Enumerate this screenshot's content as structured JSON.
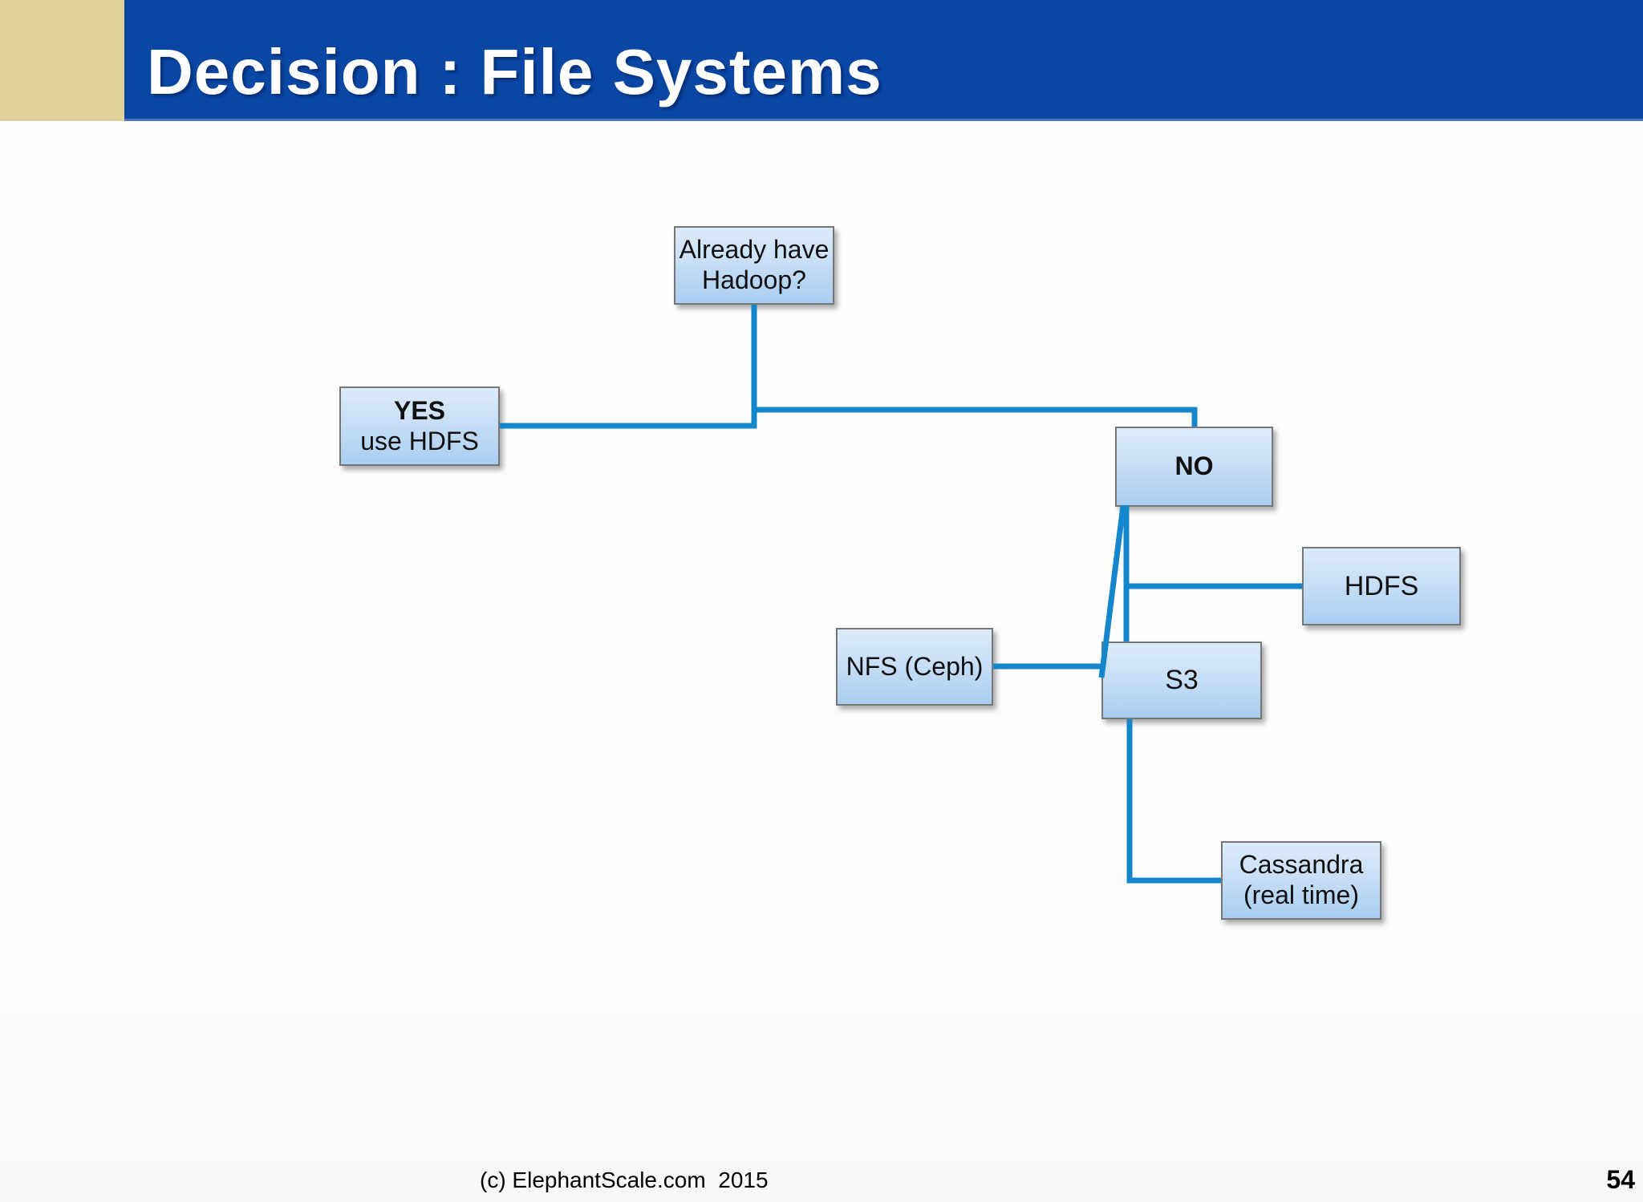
{
  "slide": {
    "title": "Decision : File Systems",
    "footer_copyright": "(c) ElephantScale.com  2015",
    "page_number": "54"
  },
  "colors": {
    "header-blue": "#0a47a4",
    "accent-tan": "#ded199",
    "connector-blue": "#1486cb",
    "box-border": "#767676",
    "box-top": "#dcebfa",
    "box-bottom": "#a8cdf0",
    "title-text": "#ffffff",
    "body-text": "#101010"
  },
  "diagram": {
    "type": "decision-flowchart",
    "nodes": [
      {
        "id": "already-have-hadoop",
        "line1": "Already have",
        "line2": "Hadoop?"
      },
      {
        "id": "yes-use-hdfs",
        "line1": "YES",
        "line2": "use HDFS"
      },
      {
        "id": "no",
        "line1": "NO"
      },
      {
        "id": "hdfs",
        "line1": "HDFS"
      },
      {
        "id": "nfs-ceph",
        "line1": "NFS (Ceph)"
      },
      {
        "id": "s3",
        "line1": "S3"
      },
      {
        "id": "cassandra",
        "line1": "Cassandra",
        "line2": "(real time)"
      }
    ],
    "edges": [
      {
        "from": "already-have-hadoop",
        "to": "yes-use-hdfs"
      },
      {
        "from": "already-have-hadoop",
        "to": "no"
      },
      {
        "from": "no",
        "to": "hdfs"
      },
      {
        "from": "no",
        "to": "s3"
      },
      {
        "from": "no",
        "to": "nfs-ceph"
      },
      {
        "from": "nfs-ceph",
        "to": "s3"
      },
      {
        "from": "s3",
        "to": "cassandra"
      }
    ]
  }
}
